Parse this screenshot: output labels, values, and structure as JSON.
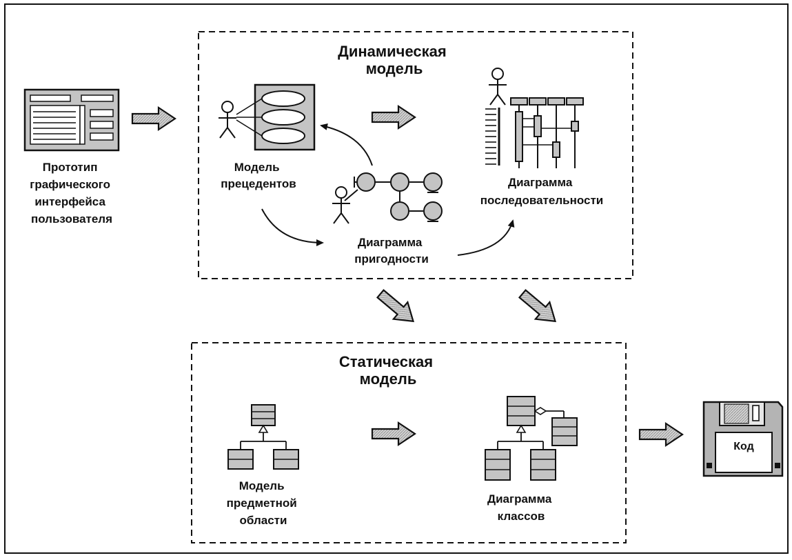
{
  "dynamic_model": {
    "title": [
      "Динамическая",
      "модель"
    ],
    "use_case_model": [
      "Модель",
      "прецедентов"
    ],
    "robustness_diagram": [
      "Диаграмма",
      "пригодности"
    ],
    "sequence_diagram": [
      "Диаграмма",
      "последовательности"
    ]
  },
  "static_model": {
    "title": [
      "Статическая",
      "модель"
    ],
    "domain_model": [
      "Модель",
      "предметной",
      "области"
    ],
    "class_diagram": [
      "Диаграмма",
      "классов"
    ]
  },
  "gui_prototype": [
    "Прототип",
    "графического",
    "интерфейса",
    "пользователя"
  ],
  "code": "Код",
  "colors": {
    "stroke": "#111111",
    "fill_gray": "#c8c8c8",
    "fill_dark": "#9a9a9a",
    "background": "#ffffff"
  }
}
